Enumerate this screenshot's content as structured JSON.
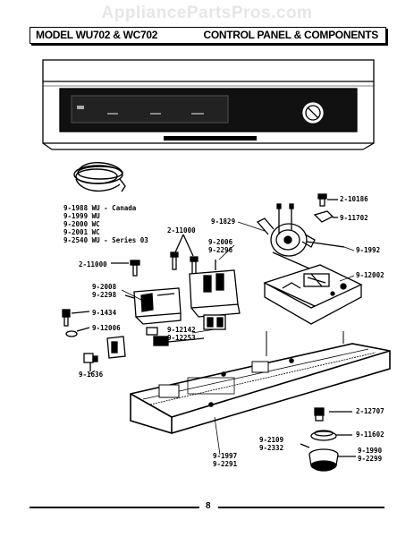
{
  "watermark": "AppliancePartsPros.com",
  "header": {
    "model": "MODEL WU702 & WC702",
    "section": "CONTROL PANEL & COMPONENTS"
  },
  "harness_list": [
    "9-1988 WU - Canada",
    "9-1999 WU",
    "9-2000 WC",
    "9-2001 WC",
    "9-2540 WU - Series 03"
  ],
  "labels": {
    "l_10186": "2-10186",
    "l_11702": "9-11702",
    "l_1829": "9-1829",
    "l_1992": "9-1992",
    "l_11000a": "2-11000",
    "l_2006": "9-2006",
    "l_2296": "9-2296",
    "l_11000b": "2-11000",
    "l_12002": "9-12002",
    "l_2008": "9-2008",
    "l_2298": "9-2298",
    "l_1434": "9-1434",
    "l_12006": "9-12006",
    "l_12142": "9-12142",
    "l_12253": "9-12253",
    "l_1636": "9-1636",
    "l_12707": "2-12707",
    "l_11602": "9-11602",
    "l_2109": "9-2109",
    "l_2332": "9-2332",
    "l_1990": "9-1990",
    "l_2299": "9-2299",
    "l_1997": "9-1997",
    "l_2291": "9-2291"
  },
  "page_number": "8"
}
